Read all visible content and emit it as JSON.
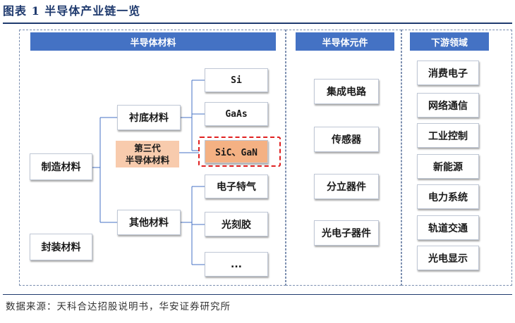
{
  "figure": {
    "title": "图表 1 半导体产业链一览",
    "source": "数据来源：天科合达招股说明书，华安证券研究所"
  },
  "panels": {
    "materials": {
      "header": "半导体材料",
      "manufacturing": "制造材料",
      "packaging": "封装材料",
      "substrate": "衬底材料",
      "other": "其他材料",
      "third_gen": [
        "第三代",
        "半导体材料"
      ],
      "substrate_items": [
        "Si",
        "GaAs",
        "SiC、GaN"
      ],
      "other_items": [
        "电子特气",
        "光刻胶",
        "..."
      ]
    },
    "components": {
      "header": "半导体元件",
      "items": [
        "集成电路",
        "传感器",
        "分立器件",
        "光电子器件"
      ]
    },
    "downstream": {
      "header": "下游领域",
      "items": [
        "消费电子",
        "网络通信",
        "工业控制",
        "新能源",
        "电力系统",
        "轨道交通",
        "光电显示"
      ]
    }
  },
  "colors": {
    "header_bg": "#4472C4",
    "highlight": "#F4B183",
    "third_gen_bg": "#F8CBAD",
    "red_dash": "#E02020",
    "title": "#1F3A6E"
  }
}
